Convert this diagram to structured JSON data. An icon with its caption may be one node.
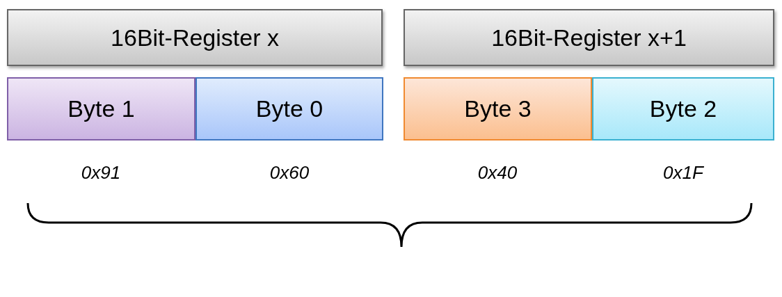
{
  "diagram": {
    "nodes": [
      {
        "text": [
          "16Bit-Register x"
        ]
      },
      {
        "text": [
          "16Bit-Register x+1"
        ]
      },
      {
        "text": [
          "Byte 1"
        ]
      },
      {
        "text": [
          "Byte 0"
        ]
      },
      {
        "text": [
          "Byte 3"
        ]
      },
      {
        "text": [
          "Byte 2"
        ]
      }
    ],
    "labels": [
      "0x91",
      "0x60",
      "0x40",
      "0x1F"
    ]
  }
}
